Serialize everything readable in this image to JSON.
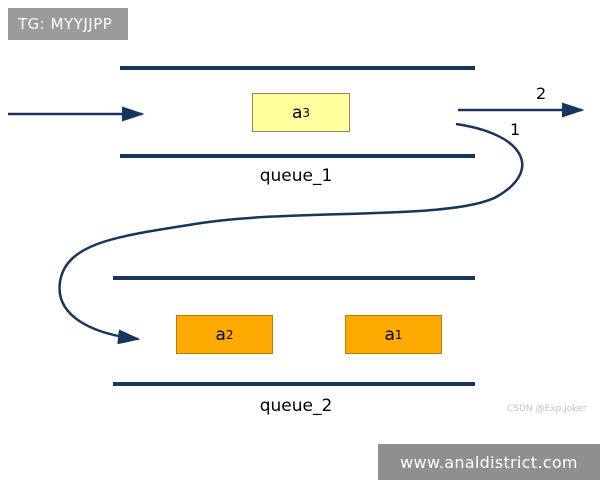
{
  "badge": {
    "label": "TG: MYYJJPP"
  },
  "diagram": {
    "queue1": {
      "label": "queue_1",
      "items": [
        {
          "base": "a",
          "sub": "3"
        }
      ],
      "out_arrow_top_label": "2",
      "out_arrow_bottom_label": "1"
    },
    "queue2": {
      "label": "queue_2",
      "items": [
        {
          "base": "a",
          "sub": "2"
        },
        {
          "base": "a",
          "sub": "1"
        }
      ]
    }
  },
  "watermark": "CSDN @Exp.Joker",
  "footer": {
    "url": "www.analdistrict.com"
  },
  "colors": {
    "line": "#17365d",
    "queue1_item_fill": "#ffff9e",
    "queue2_item_fill": "#ffaa00",
    "badge_bg": "#9b9b9b",
    "footer_bg": "#8f8f8f"
  }
}
